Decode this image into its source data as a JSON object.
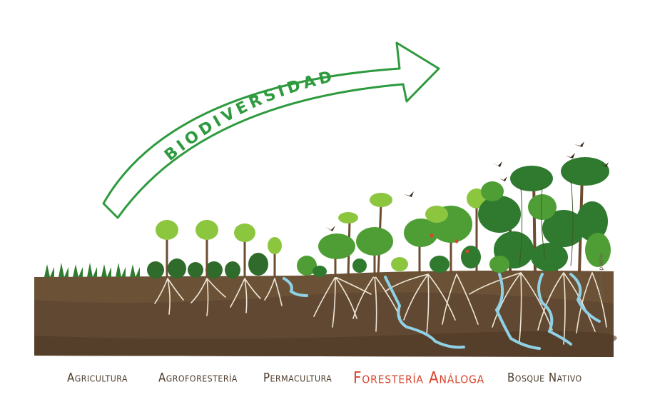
{
  "arrow": {
    "text": "BIODIVERSIDAD",
    "color": "#2e9a3e"
  },
  "stages": [
    {
      "label": "Agricultura",
      "highlight": false
    },
    {
      "label": "Agroforestería",
      "highlight": false
    },
    {
      "label": "Permacultura",
      "highlight": false
    },
    {
      "label": "Forestería Análoga",
      "highlight": true
    },
    {
      "label": "Bosque Nativo",
      "highlight": false
    }
  ],
  "credit": "@inmarie-pedro",
  "colors": {
    "soil": "#6b5236",
    "soil_dark": "#4f3a24",
    "roots": "#efe6d6",
    "water": "#8fd1e6",
    "leaf_dark": "#2f7a2e",
    "leaf_mid": "#4e9e35",
    "leaf_light": "#8cc63f",
    "trunk": "#6d4c2f"
  }
}
